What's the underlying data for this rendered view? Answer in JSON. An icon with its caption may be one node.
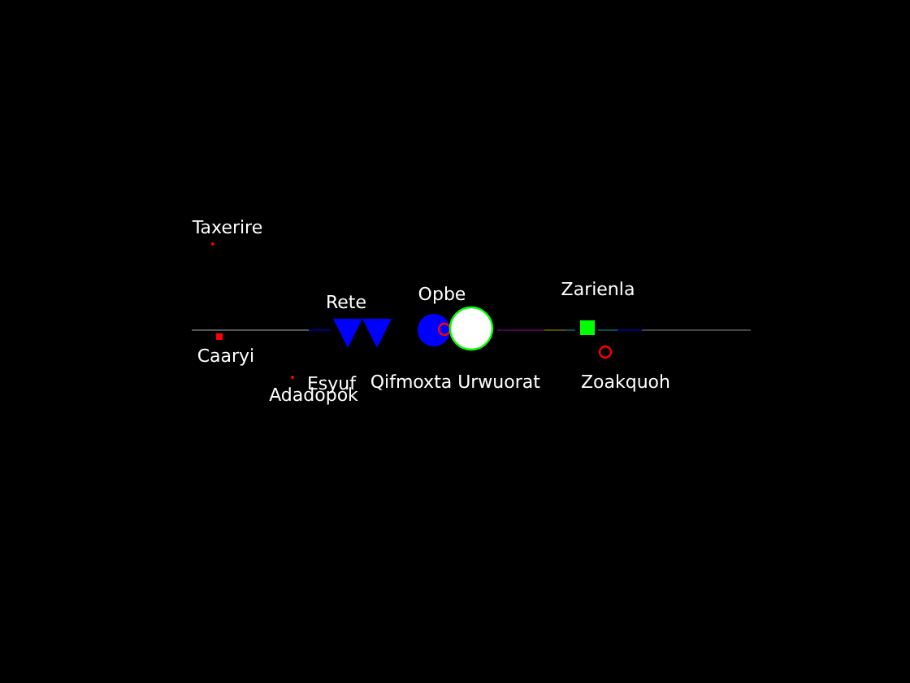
{
  "diagram": {
    "nodes": [
      {
        "text": [],
        "shape": "circle",
        "beside": [
          "Taxerire"
        ]
      },
      {
        "text": [],
        "shape": "box",
        "beside": [
          "Caaryi"
        ]
      },
      {
        "text": [],
        "shape": "circle",
        "beside": [
          "Adadopok"
        ]
      },
      {
        "text": [],
        "shape": "triangle",
        "beside": [
          "Rete"
        ]
      },
      {
        "text": [],
        "shape": "triangle",
        "beside": [
          "Qifmoxta"
        ]
      },
      {
        "text": [],
        "shape": "circle",
        "beside": [
          "Opbe"
        ]
      },
      {
        "text": [],
        "shape": "circle",
        "in": 5
      },
      {
        "text": [],
        "shape": "circle",
        "beside": [
          "Urwuorat"
        ]
      },
      {
        "text": [],
        "shape": "box",
        "beside": [
          "Zarienla"
        ]
      },
      {
        "text": [],
        "shape": "circle",
        "beside": [
          "Zoakquoh"
        ]
      }
    ],
    "labels": [
      "Esyuf"
    ]
  }
}
